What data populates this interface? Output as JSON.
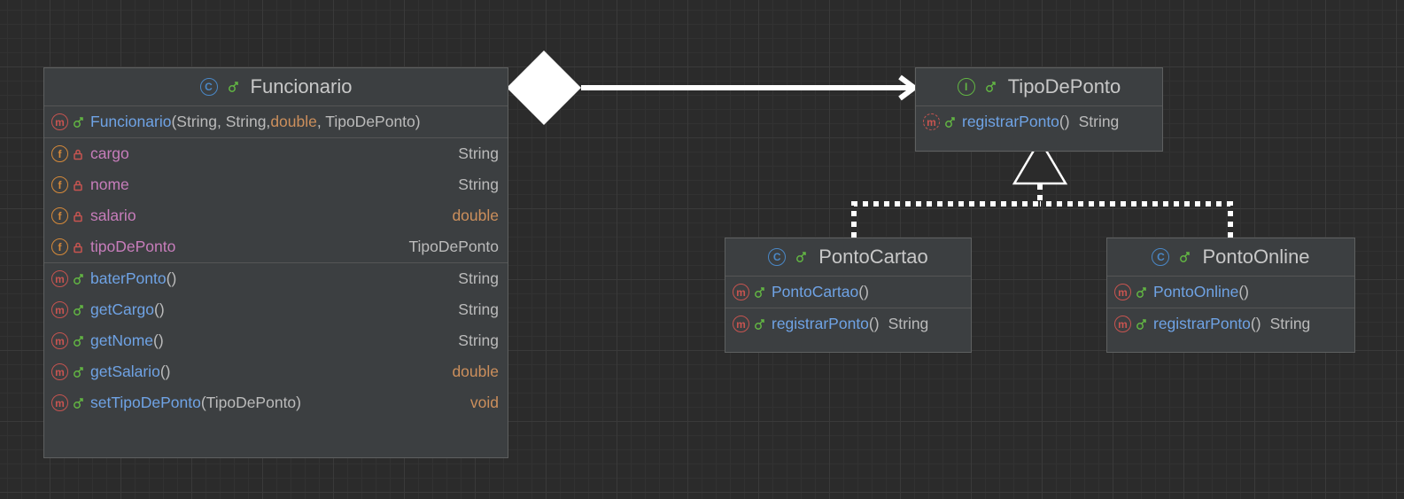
{
  "colors": {
    "background": "#2b2b2b",
    "node_fill": "#3c3f41",
    "method_name": "#6fa3e5",
    "field_name": "#c77dbb",
    "keyword_type": "#cc8f5c",
    "edge": "#ffffff"
  },
  "icons": {
    "class": "C",
    "interface": "I",
    "method": "m",
    "field": "f"
  },
  "funcionario": {
    "title": "Funcionario",
    "constructor": {
      "name": "Funcionario",
      "p_open": "(",
      "p1": "String, String, ",
      "p2": "double",
      "p3": ", TipoDePonto)"
    },
    "fields": [
      {
        "name": "cargo",
        "type": "String"
      },
      {
        "name": "nome",
        "type": "String"
      },
      {
        "name": "salario",
        "type": "double"
      },
      {
        "name": "tipoDePonto",
        "type": "TipoDePonto"
      }
    ],
    "methods": [
      {
        "name": "baterPonto",
        "params": "()",
        "type": "String"
      },
      {
        "name": "getCargo",
        "params": "()",
        "type": "String"
      },
      {
        "name": "getNome",
        "params": "()",
        "type": "String"
      },
      {
        "name": "getSalario",
        "params": "()",
        "type": "double"
      },
      {
        "name": "setTipoDePonto",
        "params": "(TipoDePonto)",
        "type": "void"
      }
    ]
  },
  "tipoDePonto": {
    "title": "TipoDePonto",
    "methods": [
      {
        "name": "registrarPonto",
        "params": "()",
        "type": "String"
      }
    ]
  },
  "pontoCartao": {
    "title": "PontoCartao",
    "constructor": {
      "name": "PontoCartao",
      "params": "()"
    },
    "methods": [
      {
        "name": "registrarPonto",
        "params": "()",
        "type": "String"
      }
    ]
  },
  "pontoOnline": {
    "title": "PontoOnline",
    "constructor": {
      "name": "PontoOnline",
      "params": "()"
    },
    "methods": [
      {
        "name": "registrarPonto",
        "params": "()",
        "type": "String"
      }
    ]
  }
}
